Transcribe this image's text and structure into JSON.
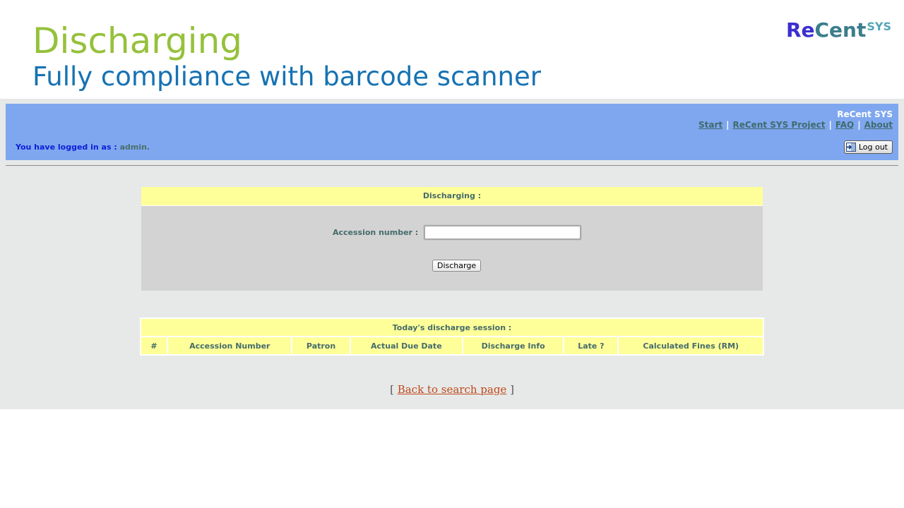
{
  "slide": {
    "title": "Discharging",
    "subtitle": "Fully compliance with barcode scanner",
    "logo": {
      "part1": "Re",
      "part2": "Cent",
      "part3": "SYS"
    }
  },
  "topbar": {
    "system_name": "ReCent SYS",
    "nav": [
      "Start",
      "ReCent SYS Project",
      "FAQ",
      "About"
    ],
    "nav_separator": "|",
    "login_prefix": "You have logged in as :",
    "login_user": "admin.",
    "logout_label": "Log out"
  },
  "discharge_form": {
    "heading": "Discharging :",
    "accession_label": "Accession number :",
    "accession_value": "",
    "submit_label": "Discharge"
  },
  "session_table": {
    "heading": "Today's discharge session :",
    "columns": [
      "#",
      "Accession Number",
      "Patron",
      "Actual Due Date",
      "Discharge Info",
      "Late ?",
      "Calculated Fines (RM)"
    ]
  },
  "footer": {
    "bracket_open": "[",
    "back_link": "Back to search page",
    "bracket_close": "]"
  },
  "colors": {
    "title_green": "#95c13b",
    "subtitle_blue": "#1672b3",
    "topbar_blue": "#7fa7f0",
    "panel_yellow": "#ffff99",
    "link_orange": "#c0481b"
  },
  "icons": {
    "logout": "exit-door-icon"
  }
}
